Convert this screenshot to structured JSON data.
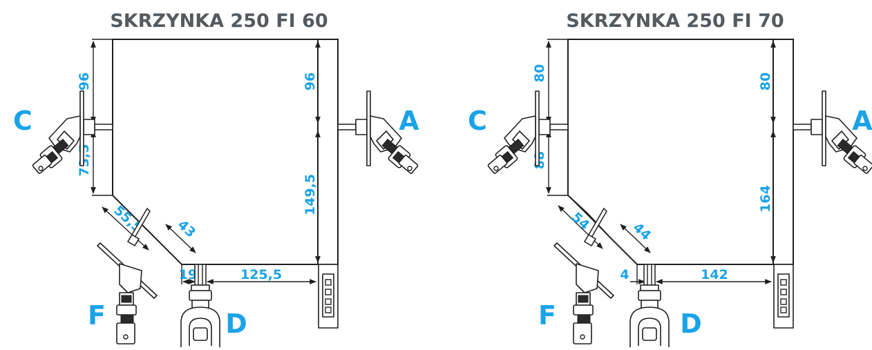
{
  "colors": {
    "accent": "#1aa3e8",
    "title": "#555a5f",
    "line": "#1f1f1f"
  },
  "left": {
    "title": "SKRZYNKA 250 FI 60",
    "dim_top_left": "96",
    "dim_top_right": "96",
    "dim_left_lower": "73,5",
    "dim_right_lower": "149,5",
    "dim_diag_long": "55,5",
    "dim_diag_short": "43",
    "dim_bottom_small": "19",
    "dim_bottom_long": "125,5"
  },
  "right": {
    "title": "SKRZYNKA 250 FI 70",
    "dim_top_left": "80",
    "dim_top_right": "80",
    "dim_left_lower": "88",
    "dim_right_lower": "164",
    "dim_diag_long": "54",
    "dim_diag_short": "44",
    "dim_bottom_small": "4",
    "dim_bottom_long": "142"
  },
  "labels": {
    "a": "A",
    "c": "C",
    "d": "D",
    "f": "F"
  }
}
